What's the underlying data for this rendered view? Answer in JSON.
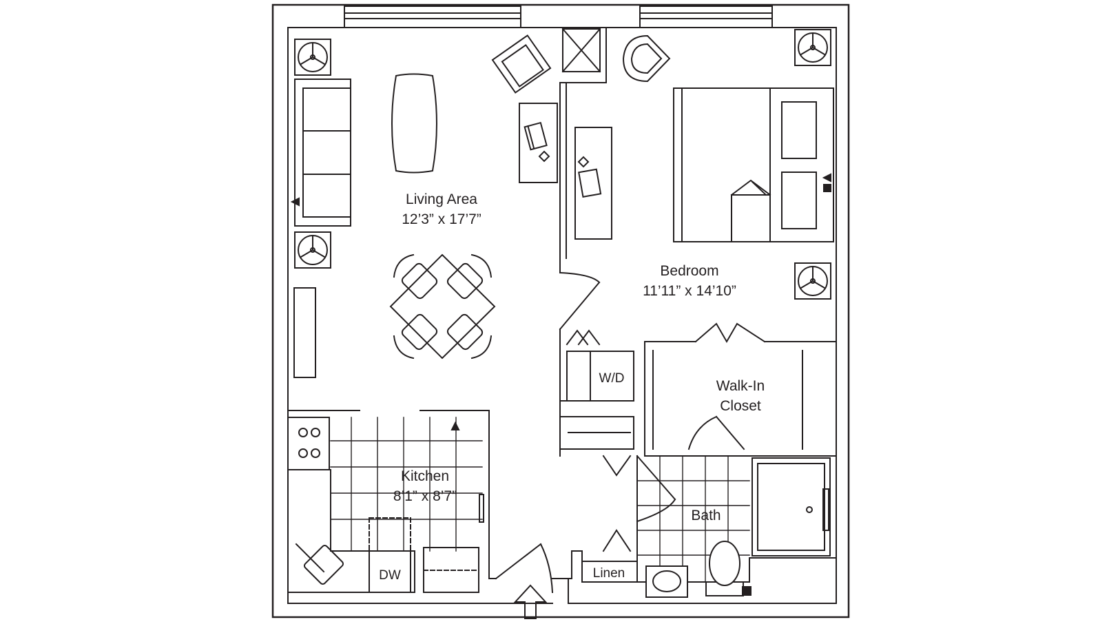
{
  "colors": {
    "ink": "#231f20",
    "background": "#ffffff"
  },
  "rooms": {
    "living": {
      "name": "Living Area",
      "size": "12’3” x 17’7”"
    },
    "bedroom": {
      "name": "Bedroom",
      "size": "11’11” x 14’10”"
    },
    "kitchen": {
      "name": "Kitchen",
      "size": "8’1” x 8’7”"
    },
    "closet": {
      "line1": "Walk-In",
      "line2": "Closet"
    },
    "bath": {
      "name": "Bath"
    }
  },
  "fixtures": {
    "washer_dryer": "W/D",
    "dishwasher": "DW",
    "linen": "Linen"
  },
  "icons": [
    "ceiling-fan-icon",
    "entry-arrow-icon",
    "tv-icon"
  ]
}
